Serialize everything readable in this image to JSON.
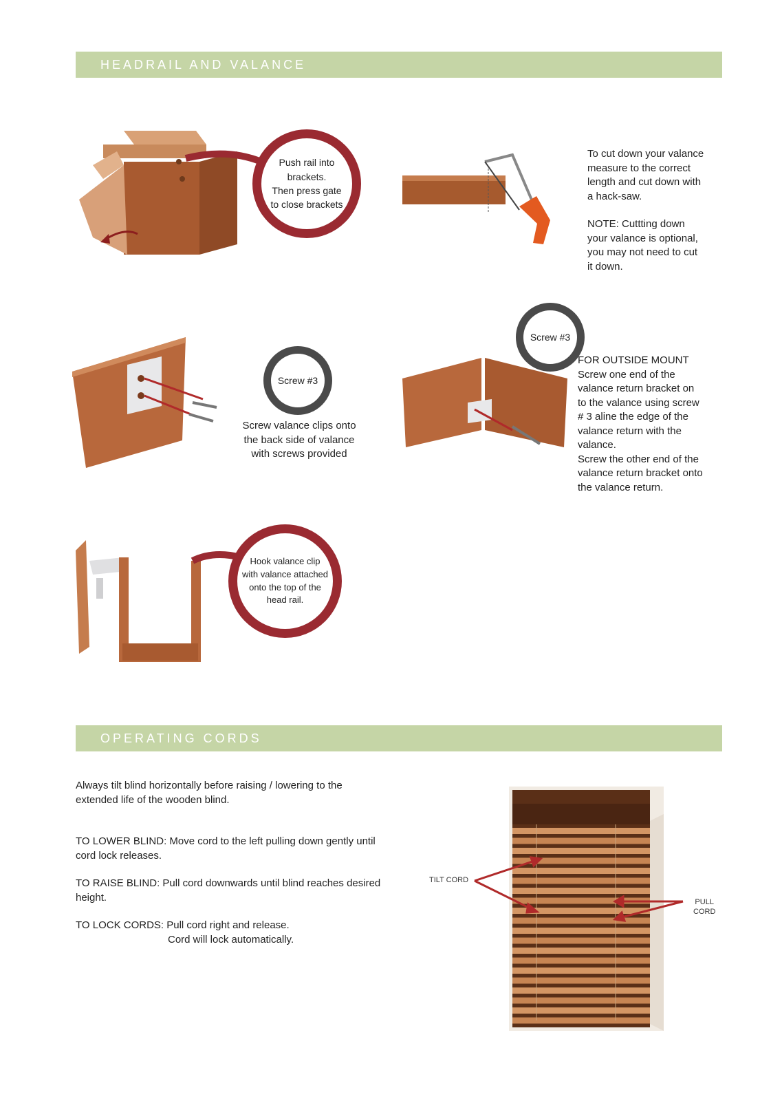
{
  "sections": {
    "headrail": {
      "title": "HEADRAIL AND VALANCE"
    },
    "cords": {
      "title": "OPERATING CORDS"
    }
  },
  "step1": {
    "callout": "Push rail into\nbrackets.\nThen press gate\nto close brackets"
  },
  "step2": {
    "text": "To cut down your valance\nmeasure to the correct\nlength and cut down with\na hack-saw.",
    "note": "NOTE: Cuttting down\nyour valance is optional,\nyou may not need to cut\nit down."
  },
  "step3": {
    "screw": "Screw #3",
    "text": "Screw valance clips onto\nthe back side of valance\nwith screws provided"
  },
  "step4": {
    "screw": "Screw #3",
    "heading": "FOR OUTSIDE MOUNT",
    "text": "Screw one end of the\nvalance return bracket on\nto the valance using screw\n# 3 aline the edge of the\nvalance return with the\nvalance.\nScrew the other end of the\nvalance return bracket onto\nthe valance return."
  },
  "step5": {
    "callout": "Hook valance clip\nwith valance attached\nonto the top of the\nhead rail."
  },
  "cords": {
    "intro": "Always tilt blind horizontally before raising / lowering to the\nextended life of the wooden blind.",
    "lower": "TO LOWER BLIND: Move cord to the left pulling down gently until\ncord lock releases.",
    "raise": "TO RAISE BLIND: Pull cord downwards until blind reaches desired\nheight.",
    "lock1": "TO LOCK CORDS: Pull cord right and release.",
    "lock2": "Cord will lock automatically.",
    "tilt_label": "TILT CORD",
    "pull_label": "PULL\nCORD"
  },
  "colors": {
    "section_bar": "#c5d5a6",
    "callout_ring": "#9a2a31",
    "screw_ring": "#4a4a4a",
    "wood": "#b8683c",
    "arrow": "#b02a2a"
  }
}
